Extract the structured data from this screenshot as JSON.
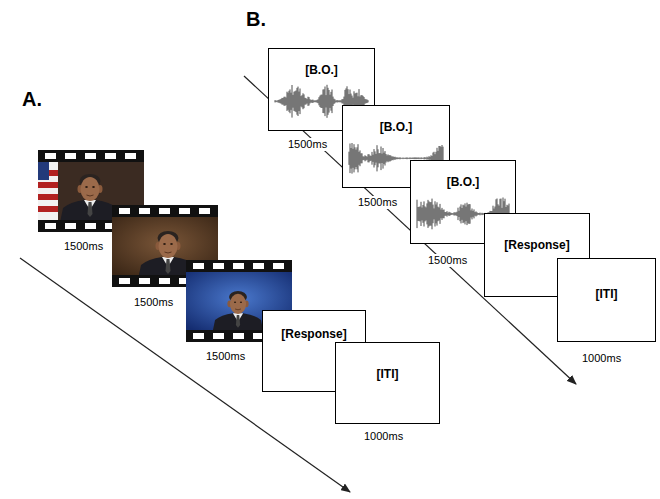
{
  "diagram": {
    "nodes": [
      {
        "text": [
          "[B.O.]"
        ]
      },
      {
        "text": [
          "[B.O.]"
        ]
      },
      {
        "text": [
          "[B.O.]"
        ]
      },
      {
        "text": [
          "[Response]"
        ]
      },
      {
        "text": [
          "[ITI]"
        ]
      },
      {
        "text": [
          "[Response]"
        ]
      },
      {
        "text": [
          "[ITI]"
        ]
      }
    ],
    "labels": [
      "B.",
      "1500ms",
      "1500ms",
      "1500ms",
      "1000ms",
      "A.",
      "1500ms",
      "1500ms",
      "1500ms",
      "1000ms"
    ]
  }
}
